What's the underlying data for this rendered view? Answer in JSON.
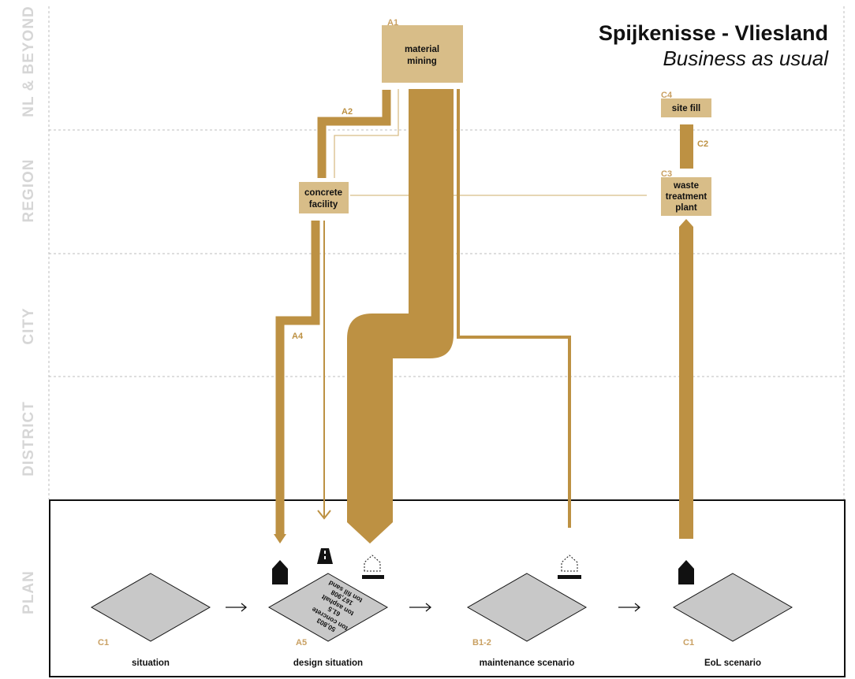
{
  "title": "Spijkenisse - Vliesland",
  "subtitle": "Business as usual",
  "colors": {
    "flow": "#bd9143",
    "node": "#d8bd88",
    "code": "#c9a062",
    "scale_label": "#d6d6d6",
    "diamond": "#c8c8c8"
  },
  "scales": [
    "NL & BEYOND",
    "REGION",
    "CITY",
    "DISTRICT",
    "PLAN"
  ],
  "nodes": {
    "material_mining": {
      "code": "A1",
      "lines": [
        "material",
        "mining"
      ]
    },
    "concrete_facility": {
      "lines": [
        "concrete",
        "facility"
      ]
    },
    "site_fill": {
      "code": "C4",
      "lines": [
        "site fill"
      ]
    },
    "waste_treatment": {
      "code": "C3",
      "lines": [
        "waste",
        "treatment",
        "plant"
      ]
    }
  },
  "flow_codes": {
    "a2": "A2",
    "a4": "A4",
    "c2": "C2"
  },
  "steps": [
    {
      "code": "C1",
      "label": "situation"
    },
    {
      "code": "A5",
      "label": "design situation"
    },
    {
      "code": "B1-2",
      "label": "maintenance scenario"
    },
    {
      "code": "C1",
      "label": "EoL scenario"
    }
  ],
  "design_quantities": [
    "50,803",
    "ton concrete",
    "61.5",
    "ton asphalt",
    "167,908",
    "ton fill sand"
  ],
  "icons": [
    "building-icon",
    "road-icon",
    "dashed-building-icon",
    "building-icon"
  ]
}
